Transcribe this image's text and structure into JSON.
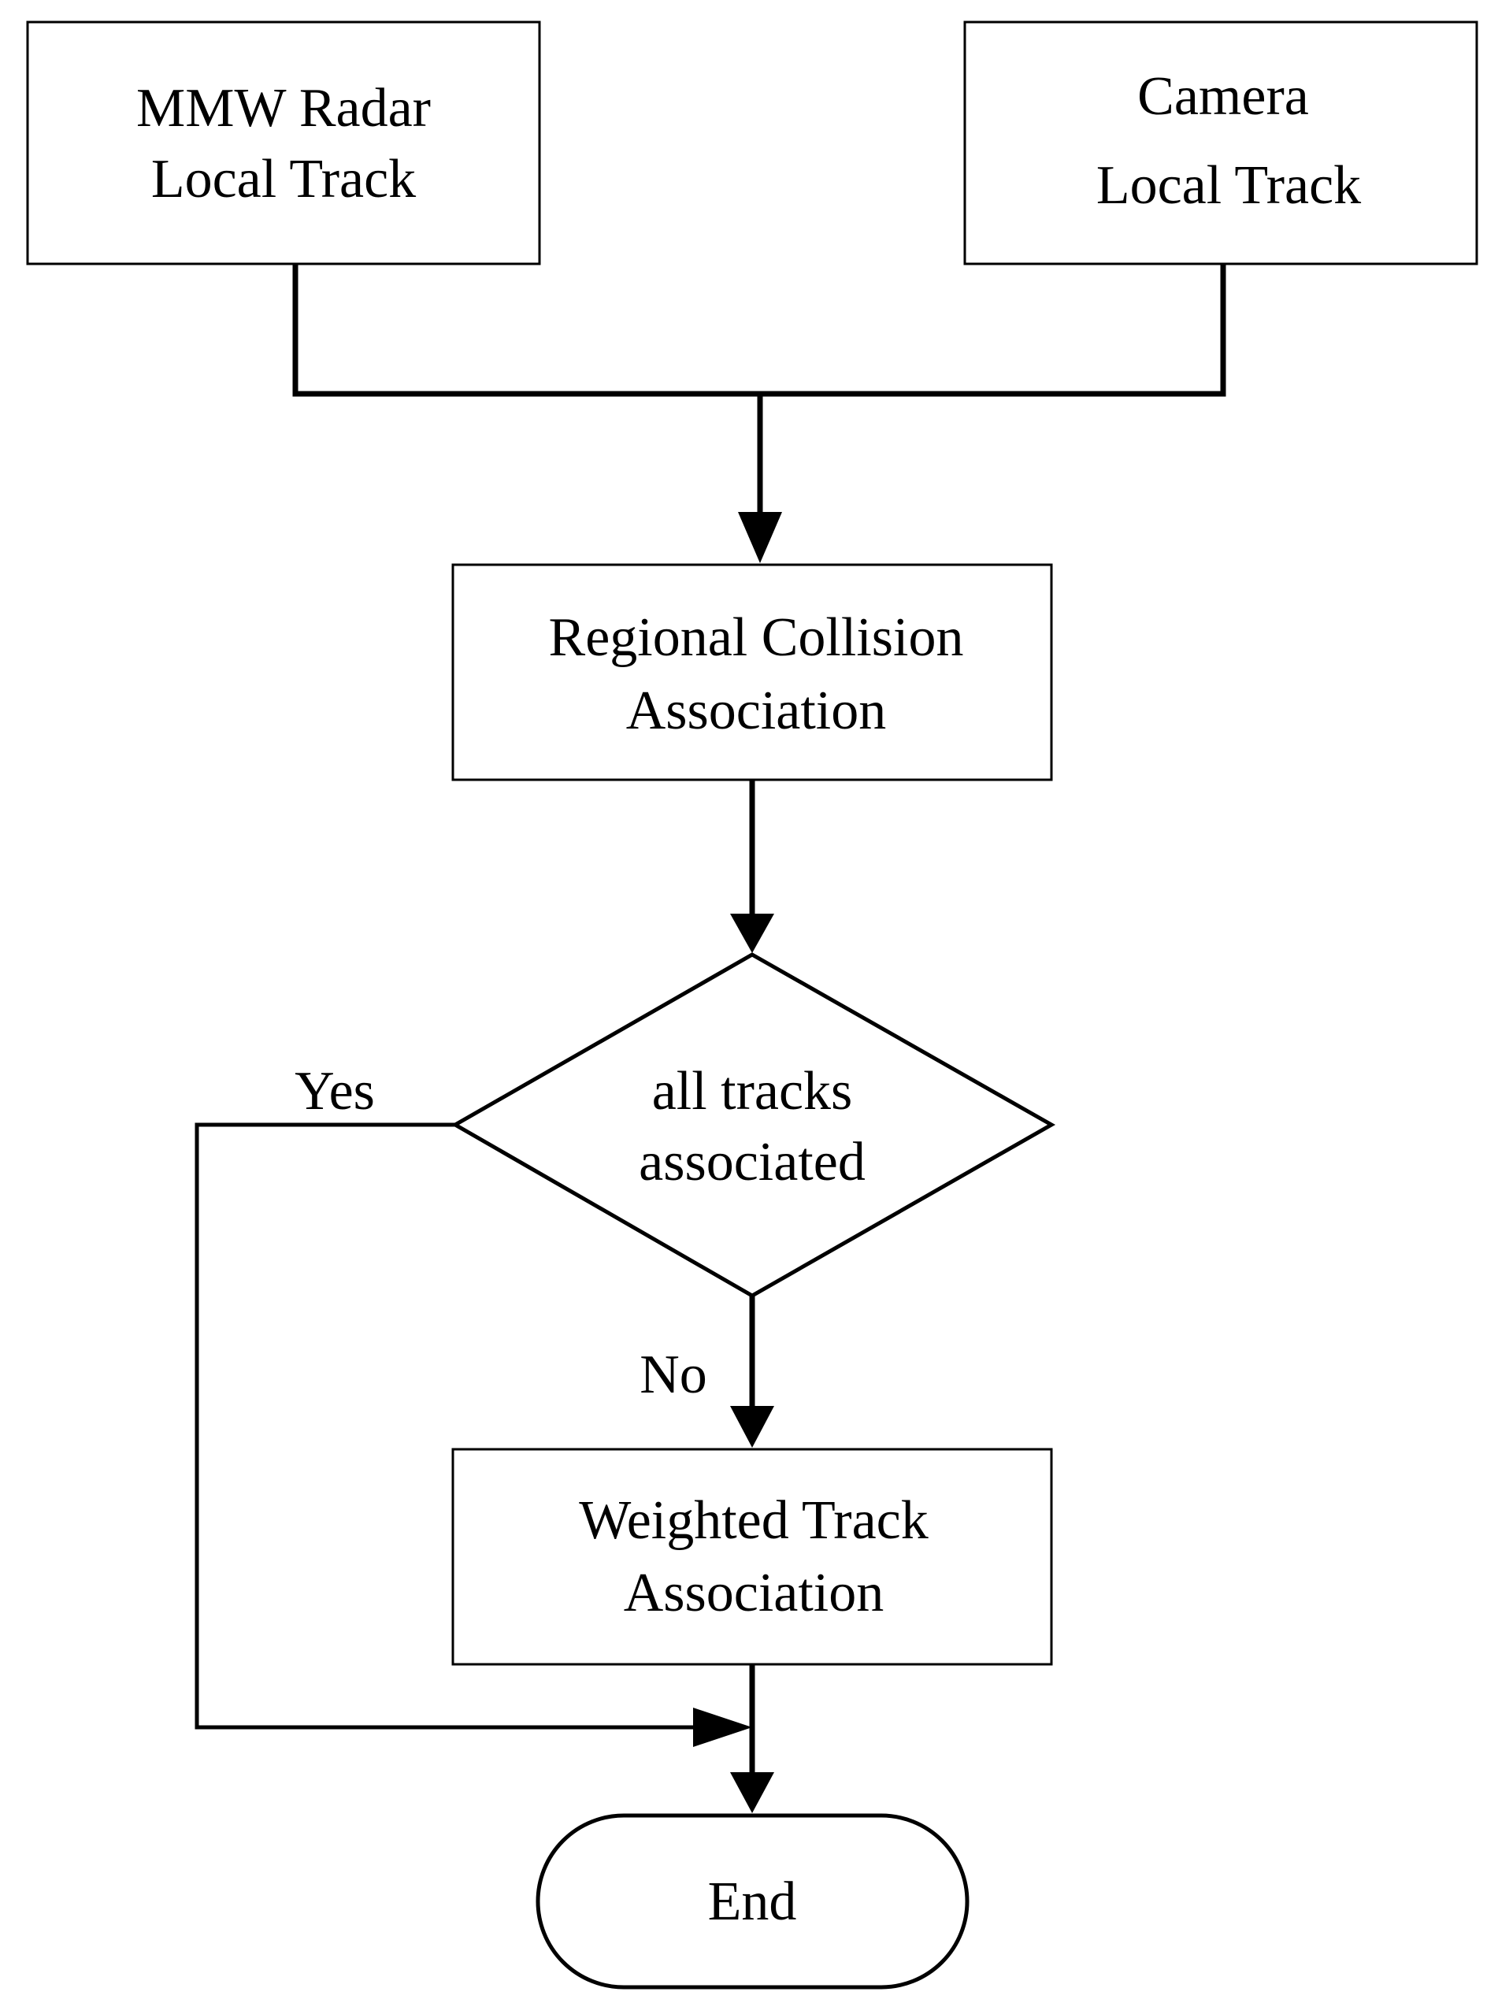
{
  "nodes": {
    "radar": {
      "line1": "MMW Radar",
      "line2": "Local Track"
    },
    "camera": {
      "line1": "Camera",
      "line2": "Local Track"
    },
    "regional": {
      "line1": "Regional Collision",
      "line2": "Association"
    },
    "decision": {
      "line1": "all tracks",
      "line2": "associated"
    },
    "weighted": {
      "line1": "Weighted Track",
      "line2": "Association"
    },
    "end": {
      "label": "End"
    }
  },
  "edges": {
    "yes_label": "Yes",
    "no_label": "No"
  },
  "colors": {
    "stroke": "#000000",
    "fill": "#ffffff"
  }
}
